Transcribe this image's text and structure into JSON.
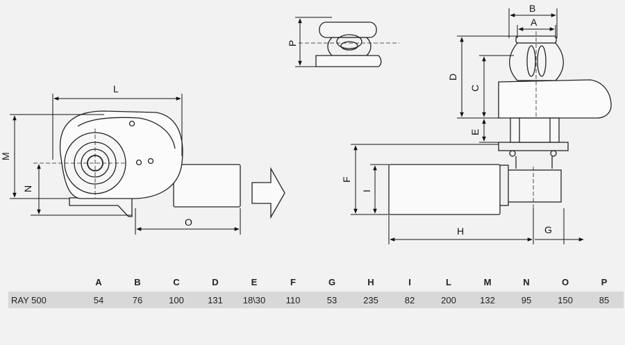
{
  "diagram": {
    "labels": {
      "A": "A",
      "B": "B",
      "C": "C",
      "D": "D",
      "E": "E",
      "F": "F",
      "G": "G",
      "H": "H",
      "I": "I",
      "L": "L",
      "M": "M",
      "N": "N",
      "O": "O",
      "P": "P"
    }
  },
  "table": {
    "headers": [
      "",
      "A",
      "B",
      "C",
      "D",
      "E",
      "F",
      "G",
      "H",
      "I",
      "L",
      "M",
      "N",
      "O",
      "P"
    ],
    "rows": [
      [
        "RAY 500",
        "54",
        "76",
        "100",
        "131",
        "18\\30",
        "110",
        "53",
        "235",
        "82",
        "200",
        "132",
        "95",
        "150",
        "85"
      ]
    ]
  },
  "colors": {
    "background": "#f2f2f2",
    "row": "#d8d8d8",
    "line": "#111111"
  }
}
